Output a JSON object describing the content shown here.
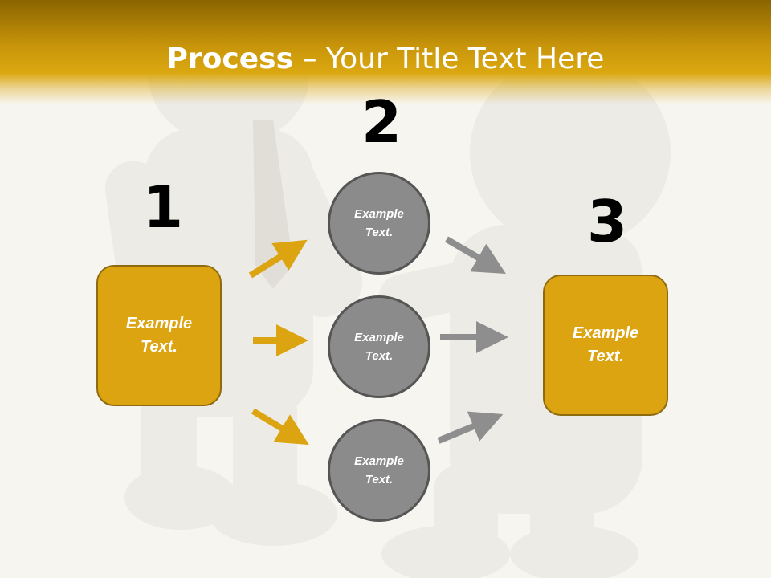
{
  "title": {
    "bold": "Process",
    "rest": " – Your Title Text Here"
  },
  "steps": {
    "one": "1",
    "two": "2",
    "three": "3"
  },
  "left_box": {
    "text": "Example\nText."
  },
  "right_box": {
    "text": "Example\nText."
  },
  "circles": [
    {
      "text": "Example\nText."
    },
    {
      "text": "Example\nText."
    },
    {
      "text": "Example\nText."
    }
  ],
  "colors": {
    "accent": "#dca410",
    "accent_dark": "#8f6b10",
    "circle": "#8b8b8b",
    "arrow_gray": "#8e8e8e"
  }
}
